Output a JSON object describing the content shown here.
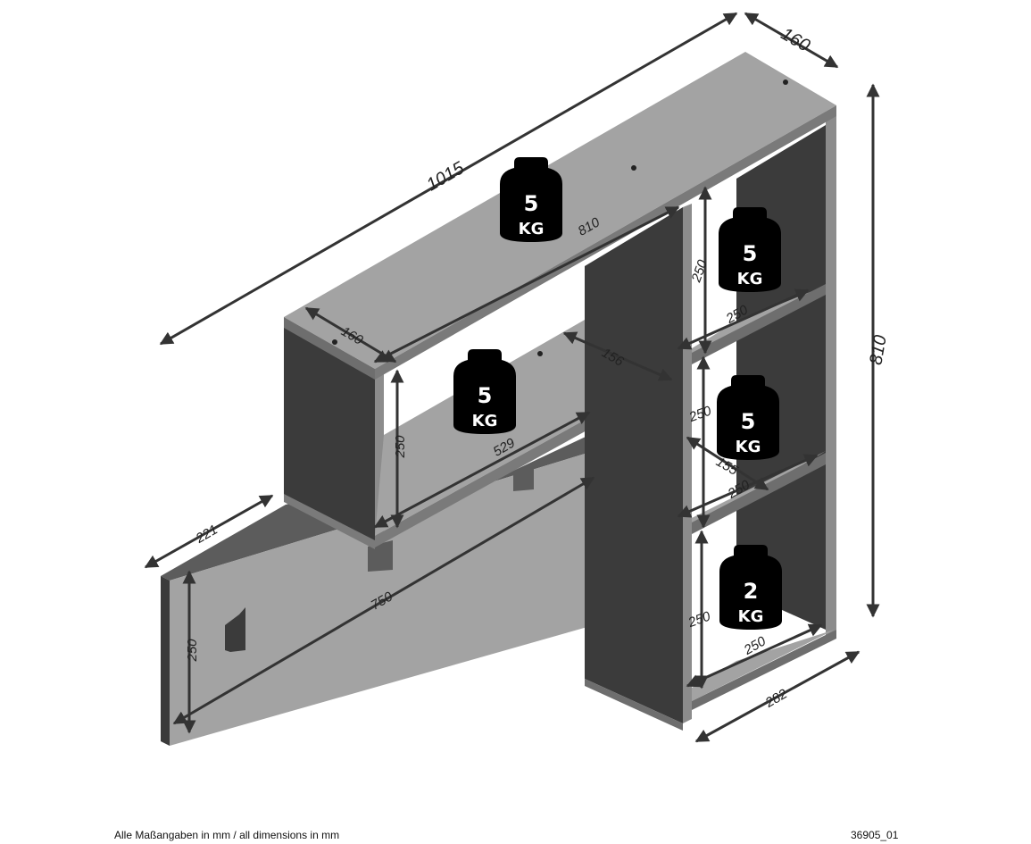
{
  "dimensions": {
    "total_width": "1015",
    "total_depth": "160",
    "total_height": "810",
    "top_shelf_inner": "810",
    "left_cube_depth": "160",
    "middle_shelf_depth": "156",
    "middle_shelf_length": "529",
    "left_cube_height": "250",
    "panel_depth": "221",
    "panel_length": "750",
    "panel_height": "250",
    "tower_width": "282",
    "tower_shelf_depth": "155",
    "tower_compartment_heights": [
      "250",
      "250",
      "250"
    ],
    "tower_shelf_widths": [
      "250",
      "250",
      "250"
    ]
  },
  "weights": [
    {
      "value": "5",
      "unit": "KG"
    },
    {
      "value": "5",
      "unit": "KG"
    },
    {
      "value": "5",
      "unit": "KG"
    },
    {
      "value": "5",
      "unit": "KG"
    },
    {
      "value": "2",
      "unit": "KG"
    }
  ],
  "footer": {
    "note": "Alle Maßangaben in mm / all dimensions in mm",
    "code": "36905_01"
  },
  "colors": {
    "top": "#a3a3a3",
    "dark": "#3b3b3b",
    "mid": "#6e6e6e",
    "light": "#8c8c8c"
  }
}
